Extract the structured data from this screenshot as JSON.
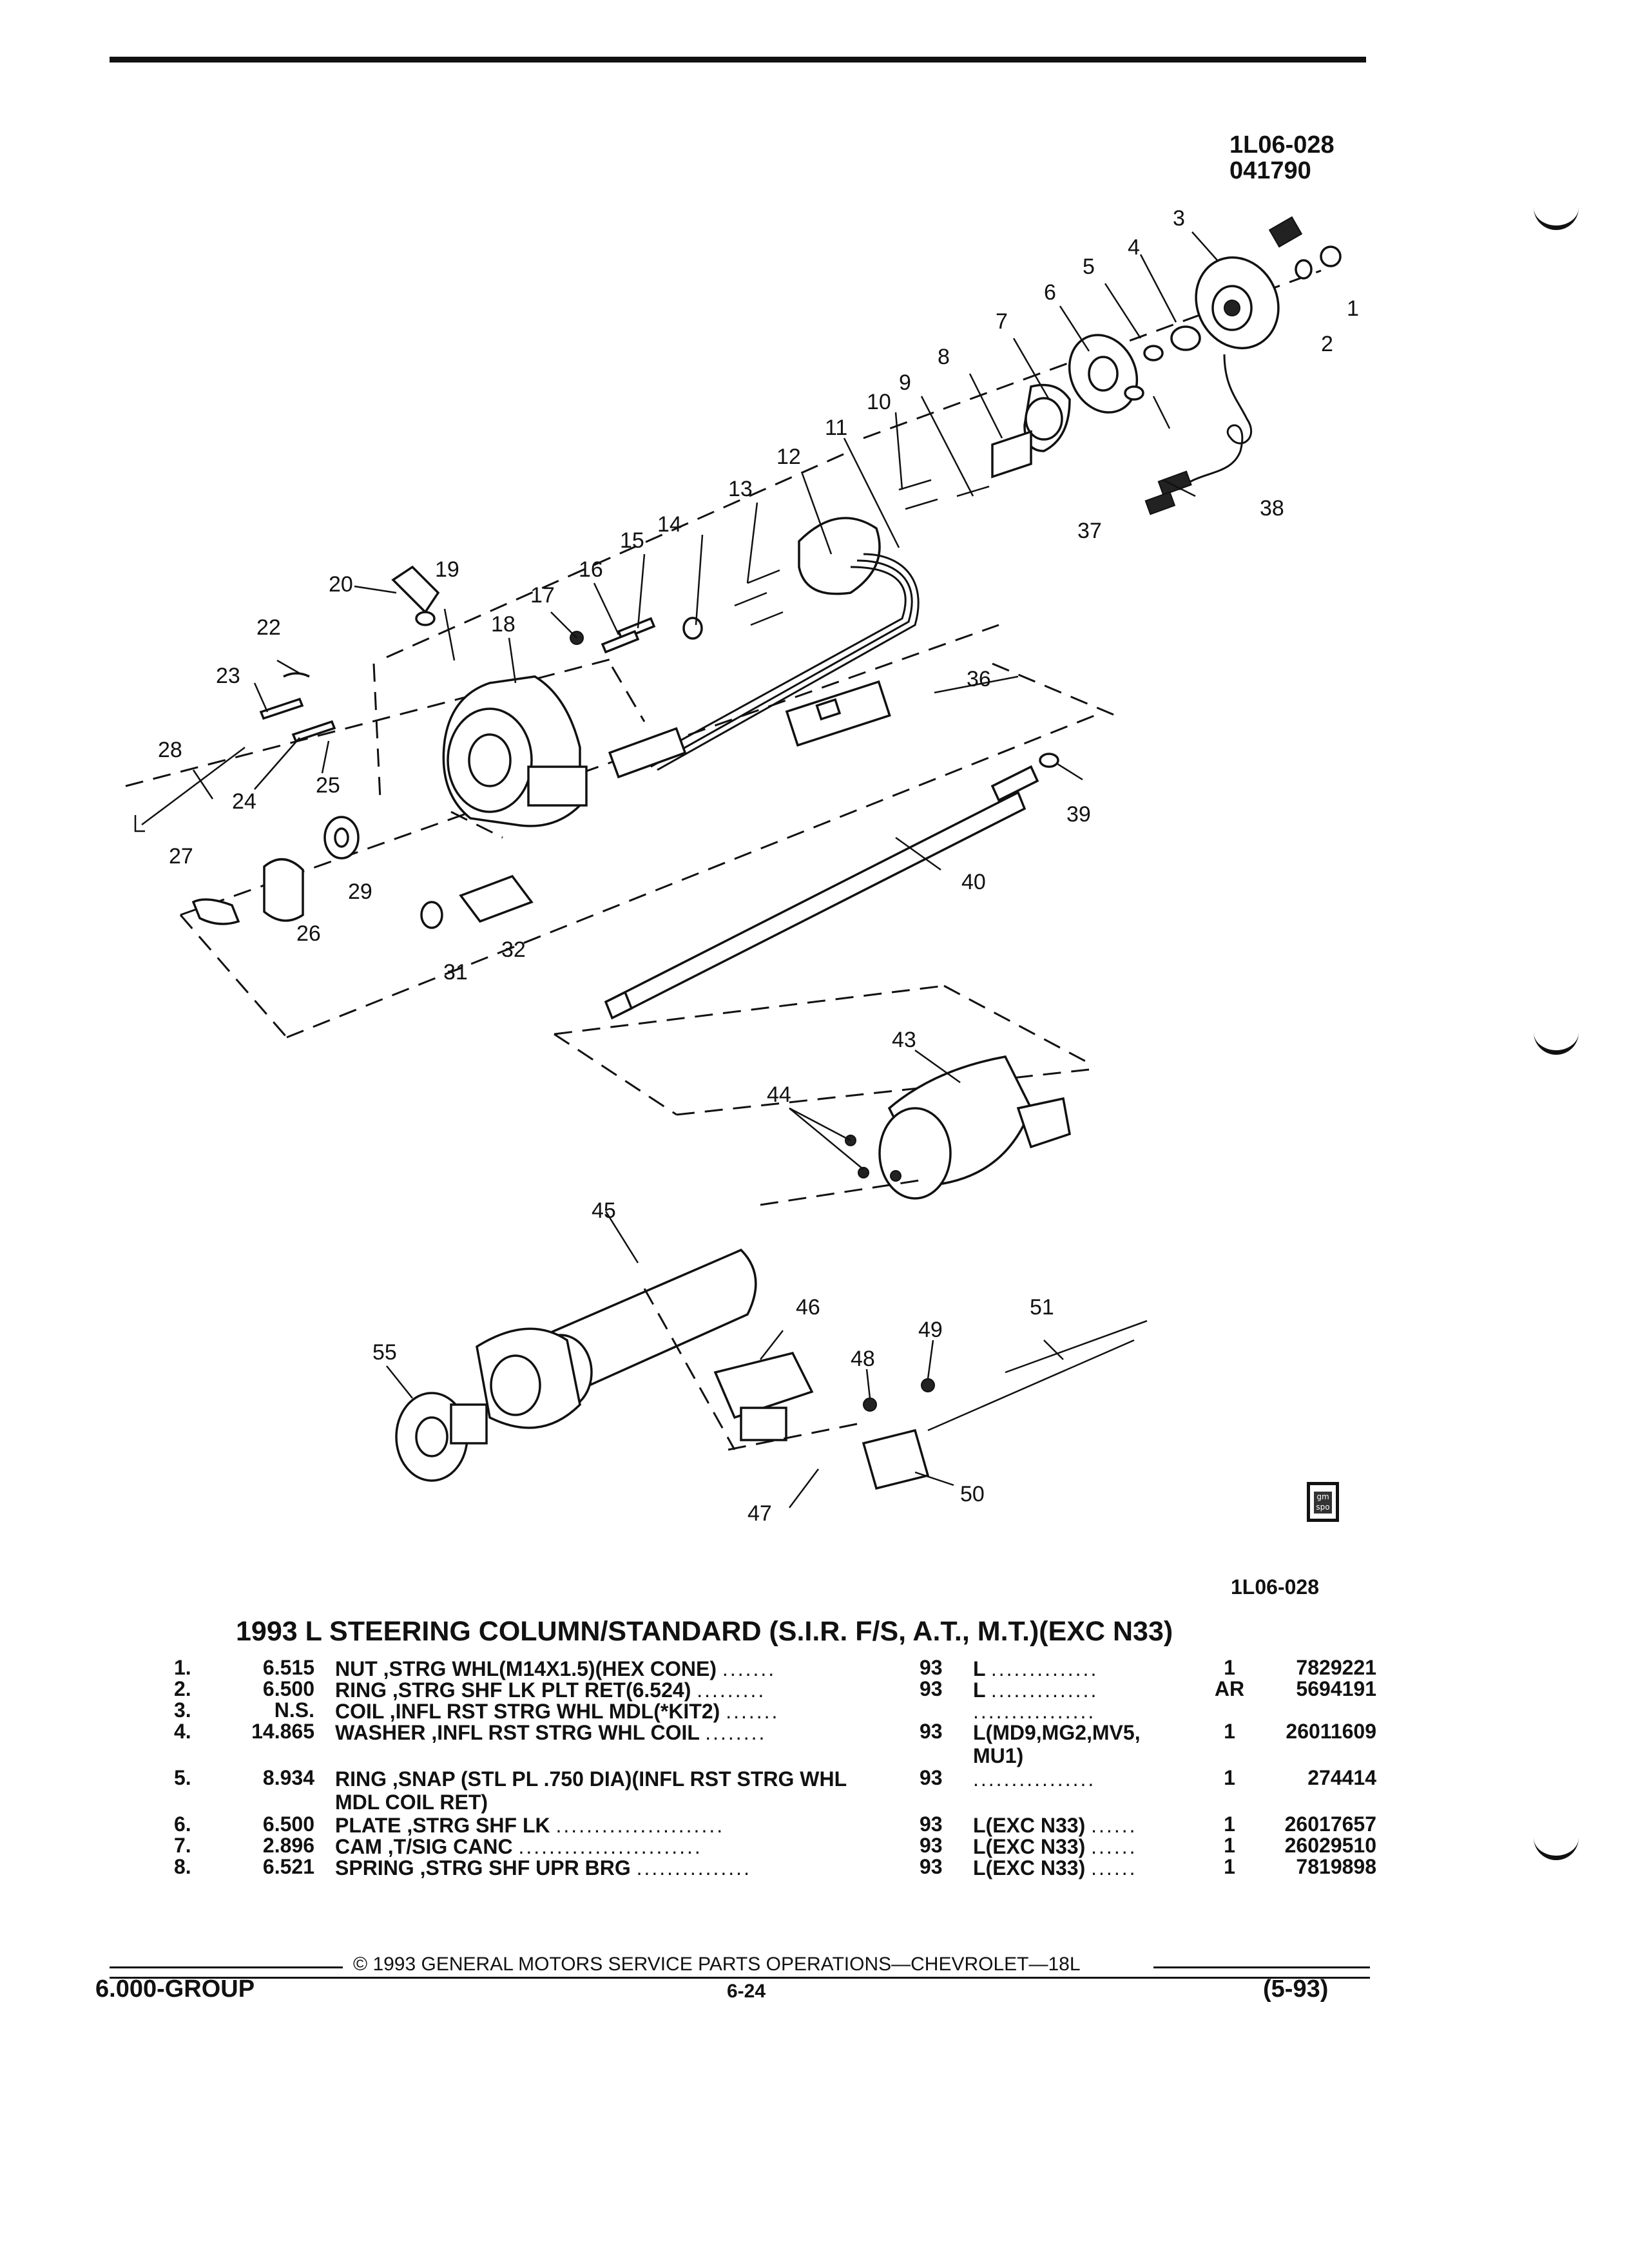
{
  "header": {
    "illustration_code": "1L06-028",
    "illustration_date": "041790"
  },
  "diagram": {
    "callouts": [
      "1",
      "2",
      "3",
      "4",
      "5",
      "6",
      "7",
      "8",
      "9",
      "10",
      "11",
      "12",
      "13",
      "14",
      "15",
      "16",
      "17",
      "18",
      "19",
      "20",
      "22",
      "23",
      "24",
      "25",
      "26",
      "27",
      "28",
      "29",
      "31",
      "32",
      "36",
      "37",
      "38",
      "39",
      "40",
      "43",
      "44",
      "45",
      "46",
      "47",
      "48",
      "49",
      "50",
      "51",
      "55"
    ]
  },
  "page_tab": {
    "text": "gm spo"
  },
  "figure_code": "1L06-028",
  "table": {
    "title": "1993 L STEERING COLUMN/STANDARD (S.I.R. F/S, A.T., M.T.)(EXC N33)",
    "rows": [
      {
        "item": "1.",
        "code": "6.515",
        "desc": "NUT ,STRG WHL(M14X1.5)(HEX CONE)",
        "year": "93",
        "app": "L",
        "qty": "1",
        "pn": "7829221"
      },
      {
        "item": "2.",
        "code": "6.500",
        "desc": "RING ,STRG SHF LK PLT RET(6.524)",
        "year": "93",
        "app": "L",
        "qty": "AR",
        "pn": "5694191"
      },
      {
        "item": "3.",
        "code": "N.S.",
        "desc": "COIL ,INFL RST STRG WHL MDL(*KIT2)",
        "year": "",
        "app": "",
        "qty": "",
        "pn": ""
      },
      {
        "item": "4.",
        "code": "14.865",
        "desc": "WASHER ,INFL RST STRG WHL COIL",
        "year": "93",
        "app": "L(MD9,MG2,MV5, MU1)",
        "qty": "1",
        "pn": "26011609"
      },
      {
        "item": "5.",
        "code": "8.934",
        "desc": "RING ,SNAP (STL PL .750 DIA)(INFL RST STRG WHL MDL COIL RET)",
        "year": "93",
        "app": "",
        "qty": "1",
        "pn": "274414"
      },
      {
        "item": "6.",
        "code": "6.500",
        "desc": "PLATE ,STRG SHF LK",
        "year": "93",
        "app": "L(EXC N33)",
        "qty": "1",
        "pn": "26017657"
      },
      {
        "item": "7.",
        "code": "2.896",
        "desc": "CAM ,T/SIG CANC",
        "year": "93",
        "app": "L(EXC N33)",
        "qty": "1",
        "pn": "26029510"
      },
      {
        "item": "8.",
        "code": "6.521",
        "desc": "SPRING ,STRG SHF UPR BRG",
        "year": "93",
        "app": "L(EXC N33)",
        "qty": "1",
        "pn": "7819898"
      }
    ]
  },
  "footer": {
    "copyright": "© 1993 GENERAL MOTORS SERVICE PARTS OPERATIONS—CHEVROLET—18L",
    "group": "6.000-GROUP",
    "page": "6-24",
    "revision": "(5-93)"
  }
}
